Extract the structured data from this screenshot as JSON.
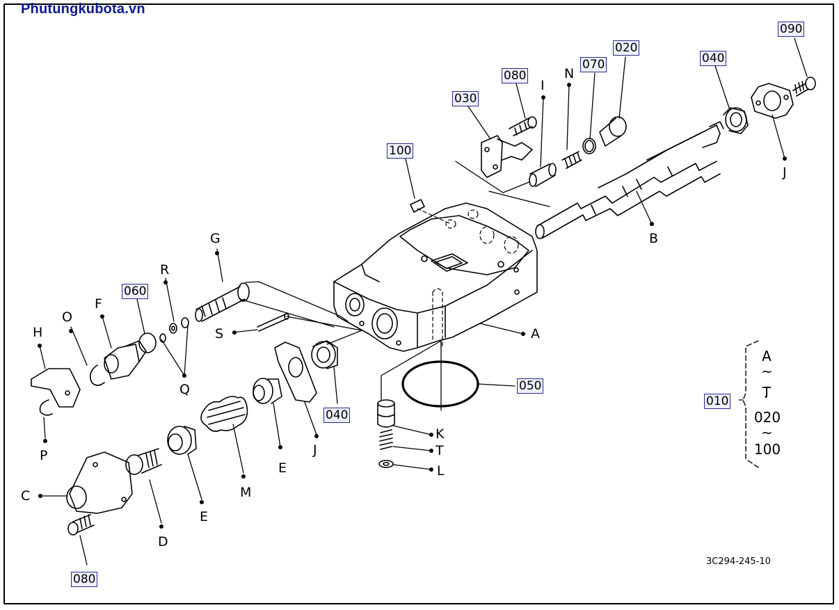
{
  "brand": "Phutungkubota.vn",
  "drawing_number": "3C294-245-10",
  "part_codes": {
    "c090": "090",
    "c040_top": "040",
    "c020": "020",
    "c070": "070",
    "c080_top": "080",
    "c030": "030",
    "c100": "100",
    "c060": "060",
    "c040_mid": "040",
    "c050": "050",
    "c080_bottom": "080",
    "c010": "010"
  },
  "letters": {
    "N": "N",
    "I": "I",
    "J_top": "J",
    "B": "B",
    "G": "G",
    "R": "R",
    "F": "F",
    "O": "O",
    "H": "H",
    "S": "S",
    "Q": "Q",
    "P": "P",
    "A": "A",
    "K": "K",
    "T": "T",
    "L": "L",
    "J_mid": "J",
    "E_mid": "E",
    "M": "M",
    "C": "C",
    "E_low": "E",
    "D": "D"
  },
  "legend": {
    "top": "A",
    "tilde1": "~",
    "mid": "T",
    "dot": "•",
    "code_from": "020",
    "tilde2": "~",
    "code_to": "100"
  }
}
